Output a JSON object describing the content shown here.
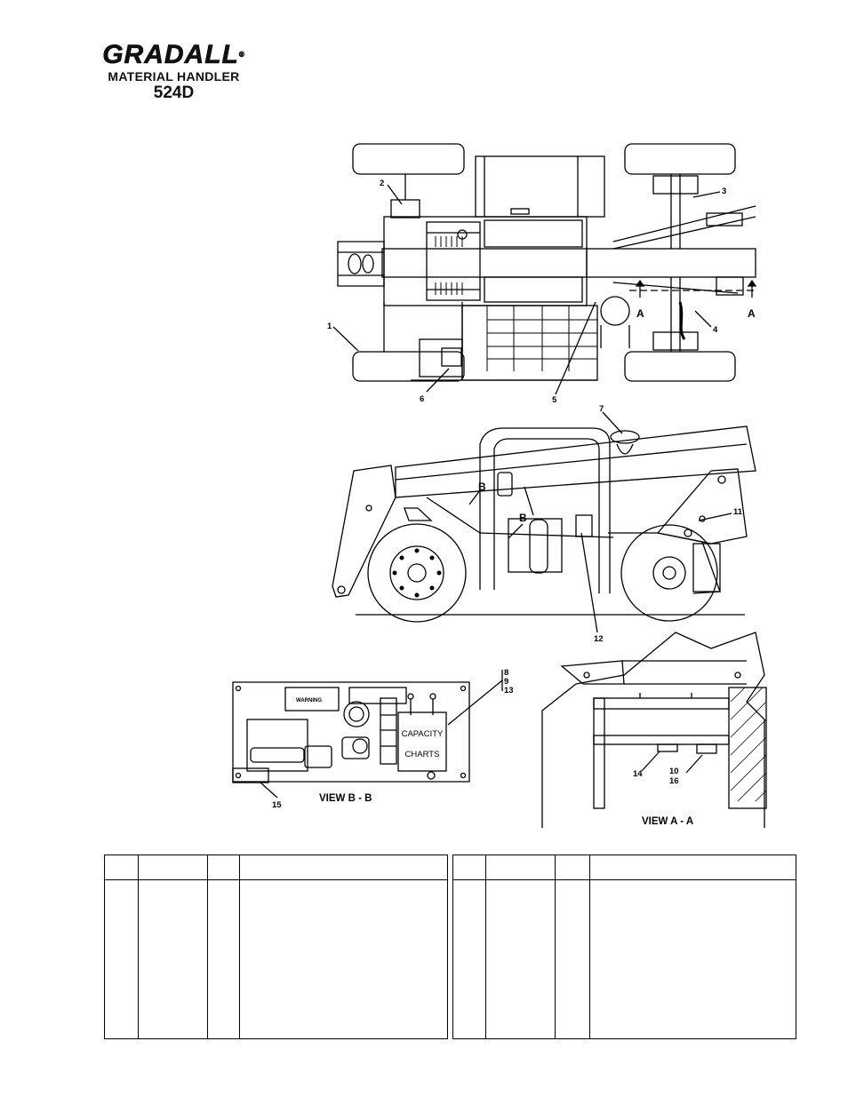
{
  "header": {
    "brand": "GRADALL",
    "registered": "®",
    "subtitle": "MATERIAL HANDLER",
    "model": "524D"
  },
  "callouts": {
    "c1": "1",
    "c2": "2",
    "c3": "3",
    "c4": "4",
    "c5": "5",
    "c6": "6",
    "c7": "7",
    "c8": "8",
    "c9": "9",
    "c10": "10",
    "c11": "11",
    "c12": "12",
    "c13": "13",
    "c14": "14",
    "c15": "15",
    "c16": "16"
  },
  "section_marks": {
    "a": "A",
    "b": "B"
  },
  "panel": {
    "capacity_line1": "CAPACITY",
    "capacity_line2": "CHARTS",
    "warning": "WARNING"
  },
  "views": {
    "view_b": "VIEW B - B",
    "view_a": "VIEW A - A"
  },
  "parts_tables": [
    {
      "columns": [
        "",
        "",
        "",
        ""
      ],
      "rows": []
    },
    {
      "columns": [
        "",
        "",
        "",
        ""
      ],
      "rows": []
    }
  ]
}
